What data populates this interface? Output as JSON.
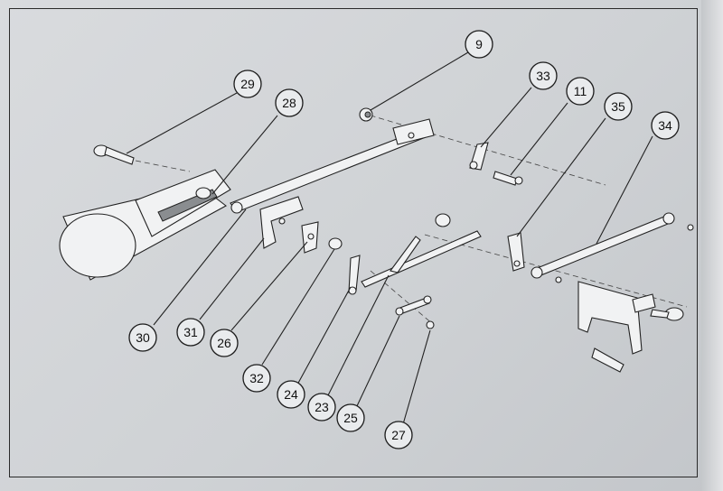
{
  "callouts": [
    {
      "key": "c9",
      "label": "9"
    },
    {
      "key": "c29",
      "label": "29"
    },
    {
      "key": "c28",
      "label": "28"
    },
    {
      "key": "c33",
      "label": "33"
    },
    {
      "key": "c11",
      "label": "11"
    },
    {
      "key": "c35",
      "label": "35"
    },
    {
      "key": "c34",
      "label": "34"
    },
    {
      "key": "c30",
      "label": "30"
    },
    {
      "key": "c31",
      "label": "31"
    },
    {
      "key": "c26",
      "label": "26"
    },
    {
      "key": "c32",
      "label": "32"
    },
    {
      "key": "c24",
      "label": "24"
    },
    {
      "key": "c23",
      "label": "23"
    },
    {
      "key": "c25",
      "label": "25"
    },
    {
      "key": "c27",
      "label": "27"
    }
  ]
}
